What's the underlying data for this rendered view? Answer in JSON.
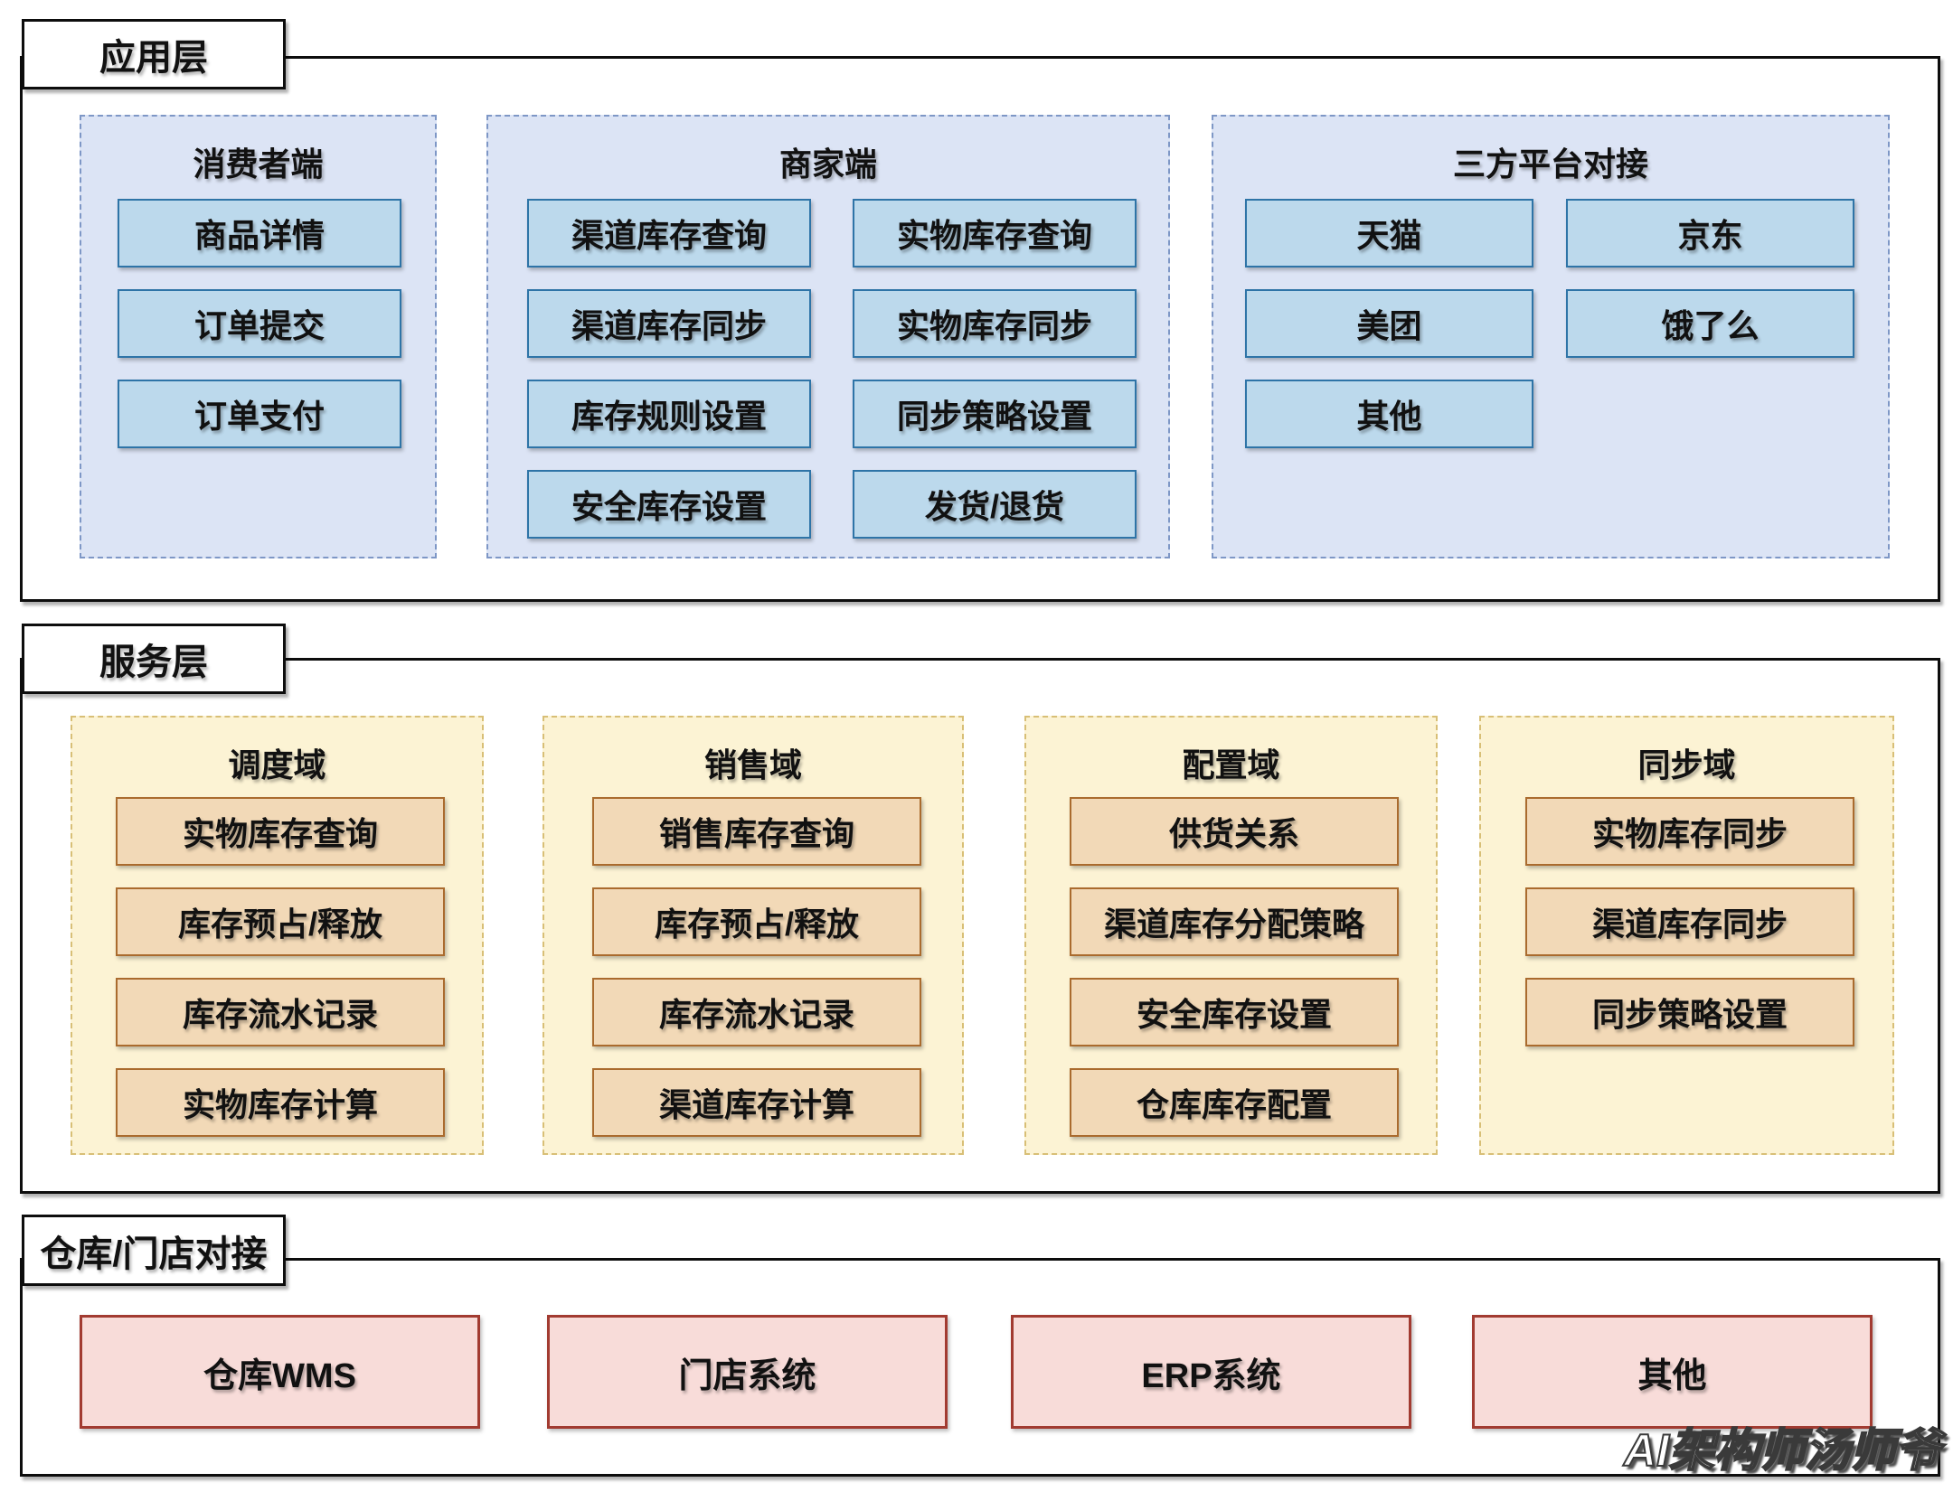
{
  "watermark": "AI架构师汤师爷",
  "layers": [
    {
      "label": "应用层",
      "groups": [
        {
          "title": "消费者端",
          "items": [
            "商品详情",
            "订单提交",
            "订单支付"
          ]
        },
        {
          "title": "商家端",
          "items": [
            "渠道库存查询",
            "实物库存查询",
            "渠道库存同步",
            "实物库存同步",
            "库存规则设置",
            "同步策略设置",
            "安全库存设置",
            "发货/退货"
          ]
        },
        {
          "title": "三方平台对接",
          "items": [
            "天猫",
            "京东",
            "美团",
            "饿了么",
            "其他"
          ]
        }
      ]
    },
    {
      "label": "服务层",
      "groups": [
        {
          "title": "调度域",
          "items": [
            "实物库存查询",
            "库存预占/释放",
            "库存流水记录",
            "实物库存计算"
          ]
        },
        {
          "title": "销售域",
          "items": [
            "销售库存查询",
            "库存预占/释放",
            "库存流水记录",
            "渠道库存计算"
          ]
        },
        {
          "title": "配置域",
          "items": [
            "供货关系",
            "渠道库存分配策略",
            "安全库存设置",
            "仓库库存配置"
          ]
        },
        {
          "title": "同步域",
          "items": [
            "实物库存同步",
            "渠道库存同步",
            "同步策略设置"
          ]
        }
      ]
    },
    {
      "label": "仓库/门店对接",
      "groups": [
        {
          "title": "",
          "items": [
            "仓库WMS",
            "门店系统",
            "ERP系统",
            "其他"
          ]
        }
      ]
    }
  ],
  "colors": {
    "blue_group_bg": "#dce4f5",
    "blue_group_border": "#7e97c6",
    "blue_box_bg": "#bcd9ec",
    "blue_box_border": "#2e74a7",
    "yellow_group_bg": "#fcf3d4",
    "yellow_group_border": "#d8bf76",
    "yellow_box_bg": "#f2d9b7",
    "yellow_box_border": "#aa6b2e",
    "red_box_bg": "#f8dcd9",
    "red_box_border": "#a23b31"
  }
}
